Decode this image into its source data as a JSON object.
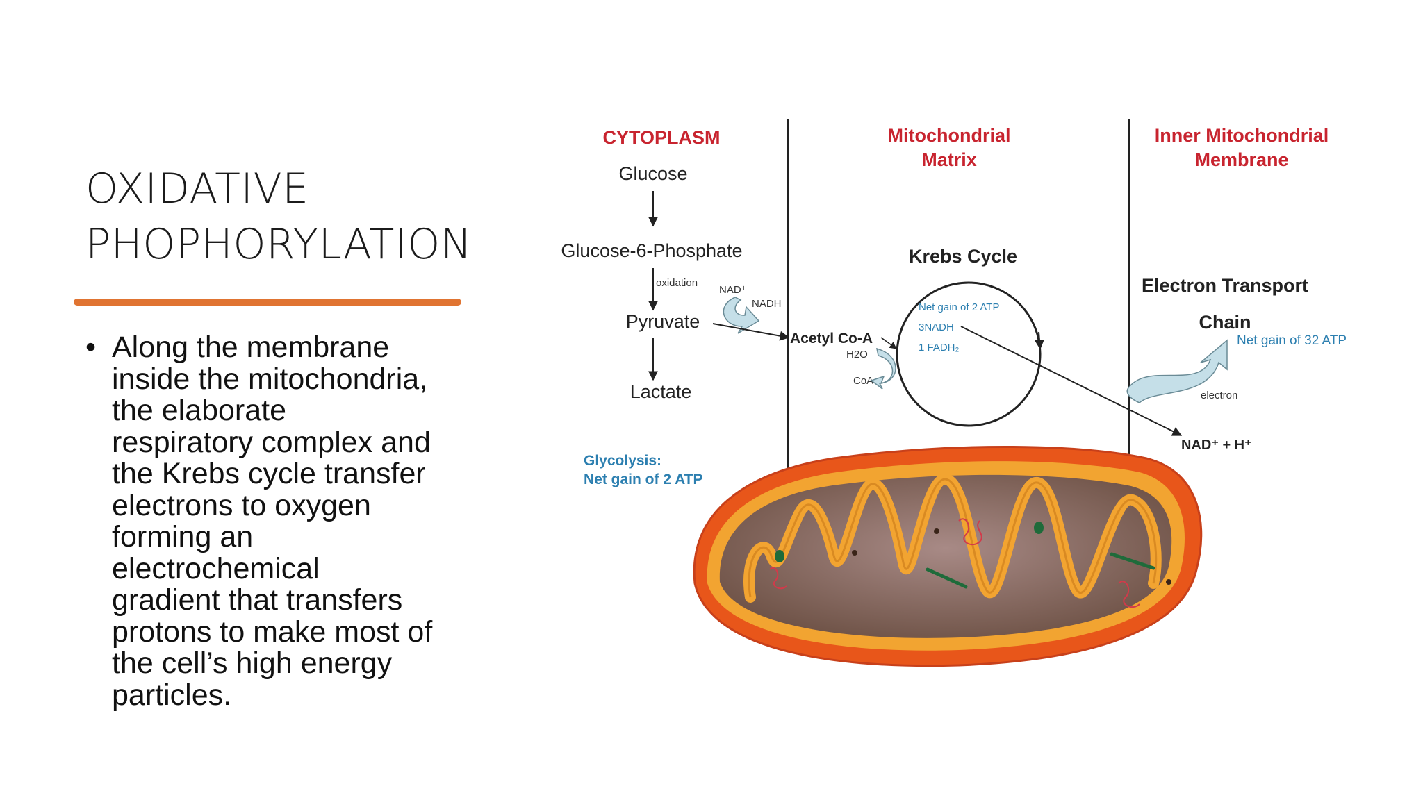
{
  "slide": {
    "title_lines": [
      "OXIDATIVE",
      "PHOPHORYLATION"
    ],
    "bullet_lines": [
      "Along the membrane",
      "inside the mitochondria,",
      "the elaborate",
      "respiratory complex and",
      "the Krebs cycle transfer",
      "electrons to oxygen",
      "forming an",
      "electrochemical",
      "gradient that transfers",
      "protons to make most of",
      "the cell’s high energy",
      "particles."
    ],
    "bullet_symbol": "•"
  },
  "diagram": {
    "headers": {
      "cytoplasm": "CYTOPLASM",
      "matrix_line1": "Mitochondrial",
      "matrix_line2": "Matrix",
      "inner_line1": "Inner Mitochondrial",
      "inner_line2": "Membrane"
    },
    "glycolysis": {
      "glucose": "Glucose",
      "g6p": "Glucose-6-Phosphate",
      "oxidation": "oxidation",
      "nad_plus": "NAD⁺",
      "nadh": "NADH",
      "pyruvate": "Pyruvate",
      "lactate": "Lactate",
      "summary_line1": "Glycolysis:",
      "summary_line2": "Net gain of 2 ATP"
    },
    "krebs": {
      "acetyl_coa": "Acetyl Co-A",
      "h2o": "H2O",
      "coa": "CoA",
      "title": "Krebs Cycle",
      "gain": "Net gain of 2 ATP",
      "nadh": "3NADH",
      "fadh2": "1 FADH₂"
    },
    "etc": {
      "title_line1": "Electron Transport",
      "title_line2": "Chain",
      "gain": "Net gain of 32 ATP",
      "electron": "electron",
      "nad_h": "NAD⁺ + H⁺"
    }
  },
  "colors": {
    "header_red": "#c8242f",
    "label_blue": "#2c7fb0",
    "rule_orange": "#e07432",
    "arrow_fill": "#c5dfe8",
    "mito_outer": "#e8561a",
    "mito_inner": "#f2a431"
  }
}
